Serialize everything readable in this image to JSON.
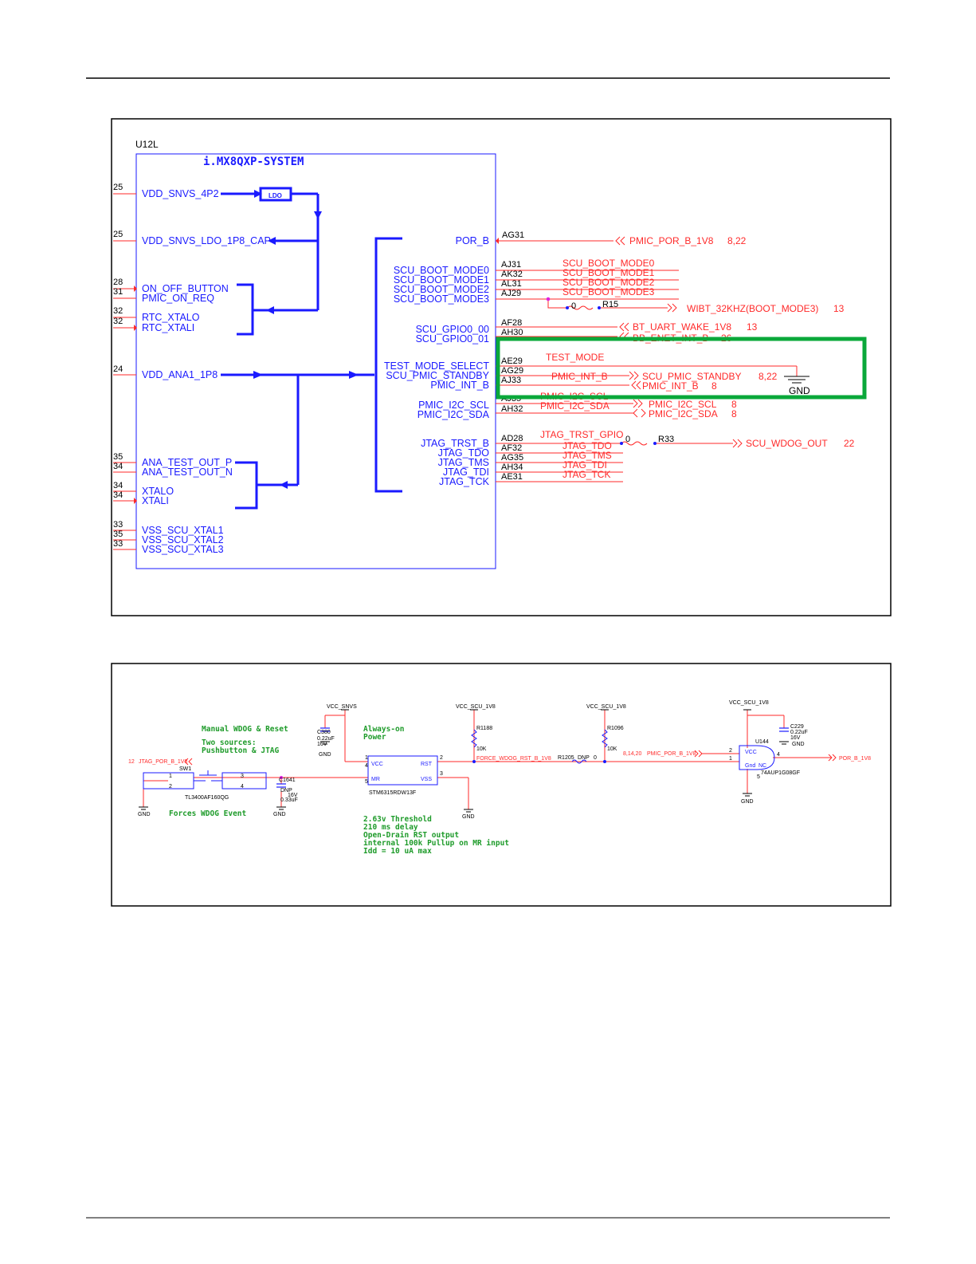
{
  "colors": {
    "wire": "#1a1aff",
    "net": "#ff2a2a",
    "highlight": "#0aa83a",
    "note": "#1e9b2a"
  },
  "top": {
    "ref": "U12L",
    "part": "i.MX8QXP-SYSTEM",
    "ldo_label": "LDO",
    "left_pins": [
      "VDD_SNVS_4P2",
      "VDD_SNVS_LDO_1P8_CAP",
      "ON_OFF_BUTTON",
      "PMIC_ON_REQ",
      "RTC_XTALO",
      "RTC_XTALI",
      "VDD_ANA1_1P8",
      "ANA_TEST_OUT_P",
      "ANA_TEST_OUT_N",
      "XTALO",
      "XTALI",
      "VSS_SCU_XTAL1",
      "VSS_SCU_XTAL2",
      "VSS_SCU_XTAL3"
    ],
    "left_balls": [
      "25",
      "25",
      "28",
      "31",
      "32",
      "32",
      "24",
      "35",
      "34",
      "34",
      "34",
      "33",
      "35",
      "33"
    ],
    "right_pins": [
      "POR_B",
      "SCU_BOOT_MODE0",
      "SCU_BOOT_MODE1",
      "SCU_BOOT_MODE2",
      "SCU_BOOT_MODE3",
      "SCU_GPIO0_00",
      "SCU_GPIO0_01",
      "TEST_MODE_SELECT",
      "SCU_PMIC_STANDBY",
      "PMIC_INT_B",
      "PMIC_I2C_SCL",
      "PMIC_I2C_SDA",
      "JTAG_TRST_B",
      "JTAG_TDO",
      "JTAG_TMS",
      "JTAG_TDI",
      "JTAG_TCK"
    ],
    "right_balls": [
      "AG31",
      "AJ31",
      "AK32",
      "AL31",
      "AJ29",
      "AF28",
      "AH30",
      "AE29",
      "AG29",
      "AJ33",
      "AJ35",
      "AH32",
      "AD28",
      "AF32",
      "AG35",
      "AH34",
      "AE31"
    ],
    "nets": [
      "PMIC_POR_B_1V8",
      "8,22",
      "SCU_BOOT_MODE0",
      "SCU_BOOT_MODE1",
      "SCU_BOOT_MODE2",
      "SCU_BOOT_MODE3",
      "0",
      "R15",
      "WIBT_32KHZ(BOOT_MODE3)",
      "13",
      "BT_UART_WAKE_1V8",
      "13",
      "BB_ENET_INT_B",
      "26",
      "TEST_MODE",
      "PMIC_INT_B",
      "SCU_PMIC_STANDBY",
      "8,22",
      "PMIC_INT_B",
      "8",
      "GND",
      "PMIC_I2C_SCL",
      "PMIC_I2C_SDA",
      "PMIC_I2C_SCL",
      "8",
      "PMIC_I2C_SDA",
      "8",
      "JTAG_TRST_GPIO",
      "0",
      "R33",
      "SCU_WDOG_OUT",
      "22",
      "JTAG_TDO",
      "JTAG_TMS",
      "JTAG_TDI",
      "JTAG_TCK"
    ]
  },
  "bottom": {
    "notes": [
      "Manual WDOG & Reset",
      "Two sources:",
      "Pushbutton & JTAG",
      "Forces WDOG Event",
      "Always-on",
      "Power",
      "2.63v Threshold",
      "210 ms delay",
      "Open-Drain RST output",
      "internal 100k Pullup on MR input",
      "Idd = 10 uA max"
    ],
    "labels": [
      "VCC_SNVS",
      "C380",
      "0.22uF",
      "16V",
      "GND",
      "VCC_SCU_1V8",
      "R1188",
      "10K",
      "VCC_SCU_1V8",
      "R1096",
      "10K",
      "VCC_SCU_1V8",
      "C229",
      "0.22uF",
      "16V",
      "GND",
      "12",
      "JTAG_POR_B_1V8",
      "SW1",
      "1",
      "2",
      "3",
      "4",
      "TL3400AF160QG",
      "C1641",
      "DNP",
      "16V",
      "0.33uF",
      "GND",
      "GND",
      "Forces WDOG Event",
      "1",
      "4",
      "5",
      "2",
      "3",
      "VCC",
      "RST",
      "MR",
      "VSS",
      "STM6315RDW13F",
      "GND",
      "FORCE_WDOG_RST_B_1V8",
      "R1205",
      "DNP",
      "0",
      "8,14,20",
      "PMIC_POR_B_1V8",
      "2",
      "1",
      "4",
      "U144",
      "VCC",
      "Gnd",
      "NC",
      "5",
      "POR_B_1V8",
      "74AUP1G08GF",
      "GND"
    ]
  }
}
